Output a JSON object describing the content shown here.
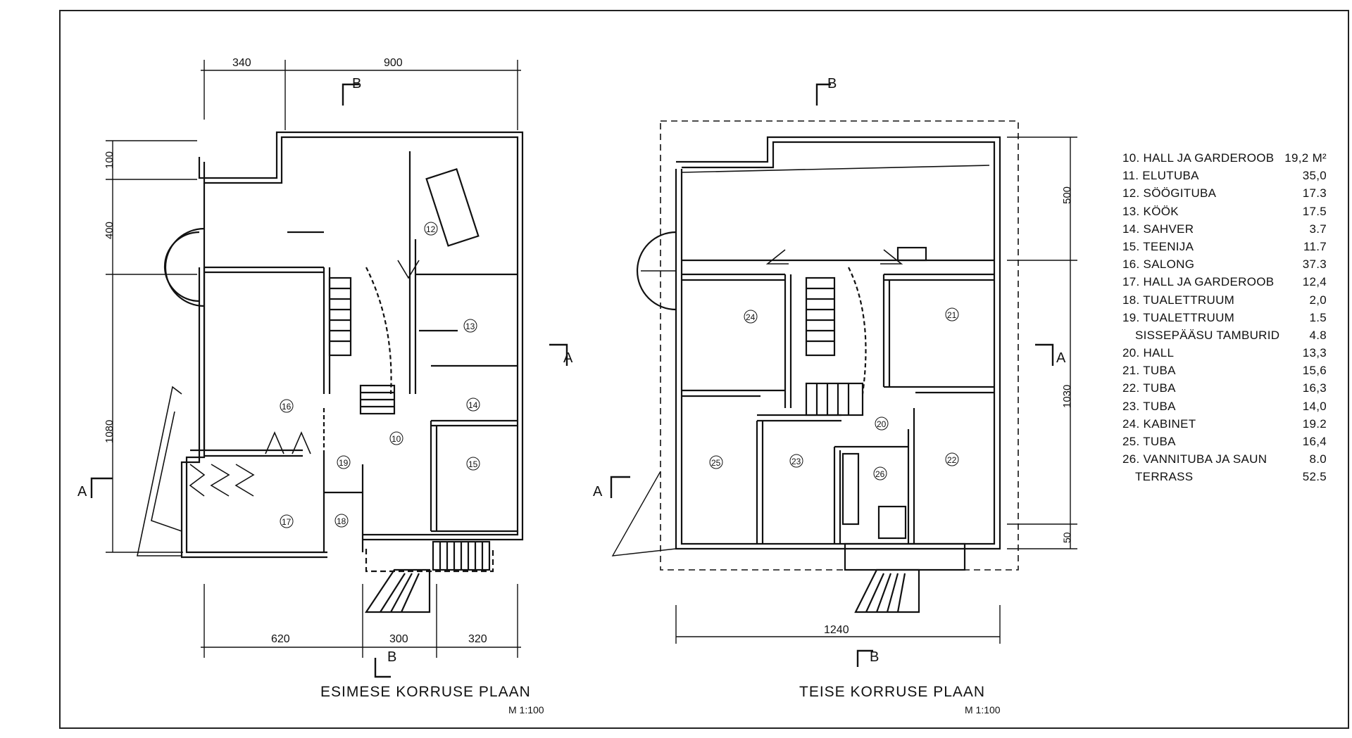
{
  "plans": {
    "first": {
      "title": "ESIMESE KORRUSE PLAAN",
      "scale": "M 1:100",
      "dims": {
        "top_a": "340",
        "top_b": "900",
        "left_a": "100",
        "left_b": "400",
        "left_c": "1080",
        "bottom_a": "620",
        "bottom_b": "300",
        "bottom_c": "320"
      },
      "section_a": "A",
      "section_b": "B",
      "rooms": [
        "12",
        "13",
        "14",
        "15",
        "16",
        "17",
        "18",
        "19",
        "10"
      ]
    },
    "second": {
      "title": "TEISE KORRUSE PLAAN",
      "scale": "M 1:100",
      "dims": {
        "right_a": "500",
        "right_b": "1030",
        "right_c": "50",
        "bottom": "1240"
      },
      "section_a": "A",
      "section_b": "B",
      "rooms": [
        "24",
        "21",
        "20",
        "25",
        "23",
        "26",
        "22"
      ]
    }
  },
  "legend": {
    "unit": "M²",
    "items": [
      {
        "label": "10. HALL JA GARDEROOB",
        "value": "19,2"
      },
      {
        "label": "11. ELUTUBA",
        "value": "35,0"
      },
      {
        "label": "12. SÖÖGITUBA",
        "value": "17.3"
      },
      {
        "label": "13. KÖÖK",
        "value": "17.5"
      },
      {
        "label": "14. SAHVER",
        "value": "3.7"
      },
      {
        "label": "15. TEENIJA",
        "value": "11.7"
      },
      {
        "label": "16. SALONG",
        "value": "37.3"
      },
      {
        "label": "17. HALL JA GARDEROOB",
        "value": "12,4"
      },
      {
        "label": "18. TUALETTRUUM",
        "value": "2,0"
      },
      {
        "label": "19. TUALETTRUUM",
        "value": "1.5"
      },
      {
        "label": "SISSEPÄÄSU TAMBURID",
        "value": "4.8"
      },
      {
        "label": "20. HALL",
        "value": "13,3"
      },
      {
        "label": "21. TUBA",
        "value": "15,6"
      },
      {
        "label": "22. TUBA",
        "value": "16,3"
      },
      {
        "label": "23. TUBA",
        "value": "14,0"
      },
      {
        "label": "24. KABINET",
        "value": "19.2"
      },
      {
        "label": "25. TUBA",
        "value": "16,4"
      },
      {
        "label": "26. VANNITUBA JA SAUN",
        "value": "8.0"
      },
      {
        "label": "TERRASS",
        "value": "52.5"
      }
    ]
  }
}
